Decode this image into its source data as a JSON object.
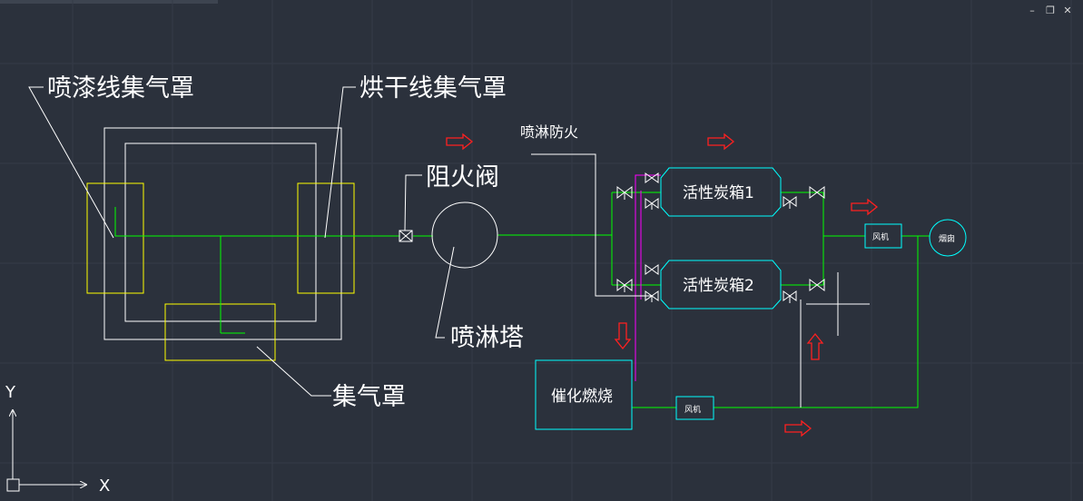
{
  "labels": {
    "spray_hood": "喷漆线集气罩",
    "dry_hood": "烘干线集气罩",
    "spray_fire": "喷淋防火",
    "flame_valve": "阻火阀",
    "carbon_box_1": "活性炭箱1",
    "carbon_box_2": "活性炭箱2",
    "spray_tower": "喷淋塔",
    "collect_hood": "集气罩",
    "catalytic": "催化燃烧",
    "fan_top": "风机",
    "fan_bottom": "风机",
    "chimney": "烟囱"
  },
  "axes": {
    "x": "X",
    "y": "Y"
  },
  "colors": {
    "background": "#2b313c",
    "line_white": "#ffffff",
    "line_green": "#00ff00",
    "line_yellow": "#ffff00",
    "line_cyan": "#00ffff",
    "line_magenta": "#ff00ff",
    "arrow_red": "#ff2020",
    "grid": "#353b47"
  },
  "window_controls": [
    "minimize-icon",
    "restore-icon",
    "close-icon"
  ]
}
